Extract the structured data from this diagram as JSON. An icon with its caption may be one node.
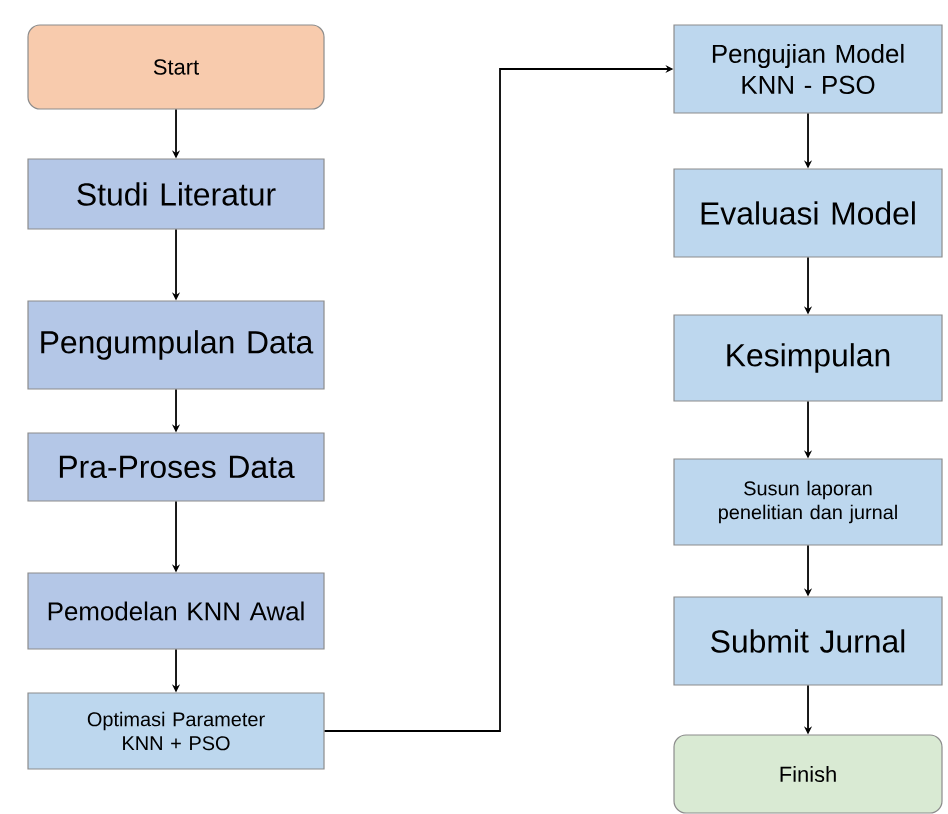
{
  "diagram": {
    "nodes": [
      {
        "text": [
          "Start"
        ]
      },
      {
        "text": [
          "Studi Literatur"
        ]
      },
      {
        "text": [
          "Pengumpulan Data"
        ]
      },
      {
        "text": [
          "Pra-Proses Data"
        ]
      },
      {
        "text": [
          "Pemodelan KNN Awal"
        ]
      },
      {
        "text": [
          "Optimasi Parameter KNN + PSO"
        ]
      },
      {
        "text": [
          "Pengujian Model KNN - PSO"
        ]
      },
      {
        "text": [
          "Evaluasi Model"
        ]
      },
      {
        "text": [
          "Kesimpulan"
        ]
      },
      {
        "text": [
          "Susun laporan penelitian dan jurnal"
        ]
      },
      {
        "text": [
          "Submit Jurnal"
        ]
      },
      {
        "text": [
          "Finish"
        ]
      }
    ],
    "edges": [
      {
        "from": 0,
        "to": 1,
        "arrow": "to"
      },
      {
        "from": 1,
        "to": 2,
        "arrow": "to"
      },
      {
        "from": 2,
        "to": 3,
        "arrow": "to"
      },
      {
        "from": 3,
        "to": 4,
        "arrow": "to"
      },
      {
        "from": 4,
        "to": 5,
        "arrow": "to"
      },
      {
        "from": 5,
        "to": 6,
        "arrow": "to"
      },
      {
        "from": 6,
        "to": 7,
        "arrow": "to"
      },
      {
        "from": 7,
        "to": 8,
        "arrow": "to"
      },
      {
        "from": 8,
        "to": 9,
        "arrow": "to"
      },
      {
        "from": 9,
        "to": 10,
        "arrow": "to"
      },
      {
        "from": 10,
        "to": 11,
        "arrow": "to"
      }
    ]
  }
}
